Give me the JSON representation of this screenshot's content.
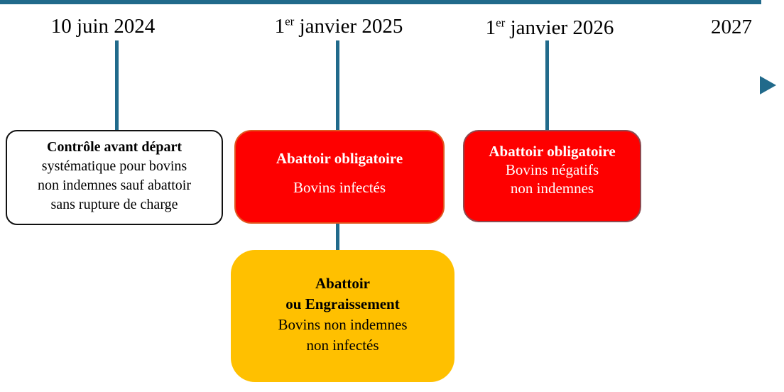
{
  "timeline": {
    "axis_color": "#216A8B",
    "dates": [
      {
        "pre": "10 juin 2024",
        "sup": "",
        "post": ""
      },
      {
        "pre": "1",
        "sup": "er",
        "post": " janvier 2025"
      },
      {
        "pre": "1",
        "sup": "er",
        "post": " janvier 2026"
      },
      {
        "pre": "2027",
        "sup": "",
        "post": ""
      }
    ]
  },
  "boxes": {
    "control": {
      "title": "Contrôle avant départ",
      "lines": [
        "systématique pour bovins",
        "non indemnes sauf abattoir",
        "sans rupture de charge"
      ],
      "fill": "#FFFFFF",
      "border": "#111111",
      "text_color": "#000000"
    },
    "abattoir_infectes": {
      "title": "Abattoir obligatoire",
      "lines": [
        "Bovins infectés"
      ],
      "fill": "#FE0000",
      "text_color": "#FFFFFF"
    },
    "abattoir_negatifs": {
      "title": "Abattoir obligatoire",
      "lines": [
        "Bovins négatifs",
        "non indemnes"
      ],
      "fill": "#FE0000",
      "text_color": "#FFFFFF"
    },
    "engraissement": {
      "title_lines": [
        "Abattoir",
        "ou Engraissement"
      ],
      "lines": [
        "Bovins non indemnes",
        "non infectés"
      ],
      "fill": "#FFC000",
      "text_color": "#000000"
    }
  }
}
